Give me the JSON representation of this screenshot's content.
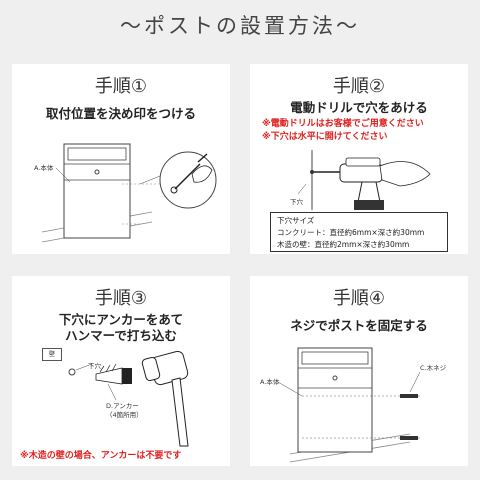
{
  "main_title": "〜ポストの設置方法〜",
  "steps": [
    {
      "title": "手順①",
      "instruction": "取付位置を決め印をつける",
      "labels": {
        "body": "A.本体"
      }
    },
    {
      "title": "手順②",
      "instruction": "電動ドリルで穴をあける",
      "notes": [
        "※電動ドリルはお客様でご用意ください",
        "※下穴は水平に開けてください"
      ],
      "labels": {
        "pilot_hole": "下穴"
      },
      "spec": {
        "heading": "下穴サイズ",
        "concrete": "コンクリート：直径約6mm×深さ約30mm",
        "wood": "木造の壁：直径約2mm×深さ約30mm"
      }
    },
    {
      "title": "手順③",
      "instruction_line1": "下穴にアンカーをあて",
      "instruction_line2": "ハンマーで打ち込む",
      "labels": {
        "wall": "壁",
        "pilot_hole": "下穴",
        "anchor": "D.アンカー",
        "anchor_count": "（4箇所用）"
      },
      "note": "※木造の壁の場合、アンカーは不要です"
    },
    {
      "title": "手順④",
      "instruction": "ネジでポストを固定する",
      "labels": {
        "body": "A.本体",
        "screw": "C.木ネジ"
      }
    }
  ],
  "colors": {
    "background": "#efefef",
    "panel": "#ffffff",
    "warning": "#e02020"
  }
}
